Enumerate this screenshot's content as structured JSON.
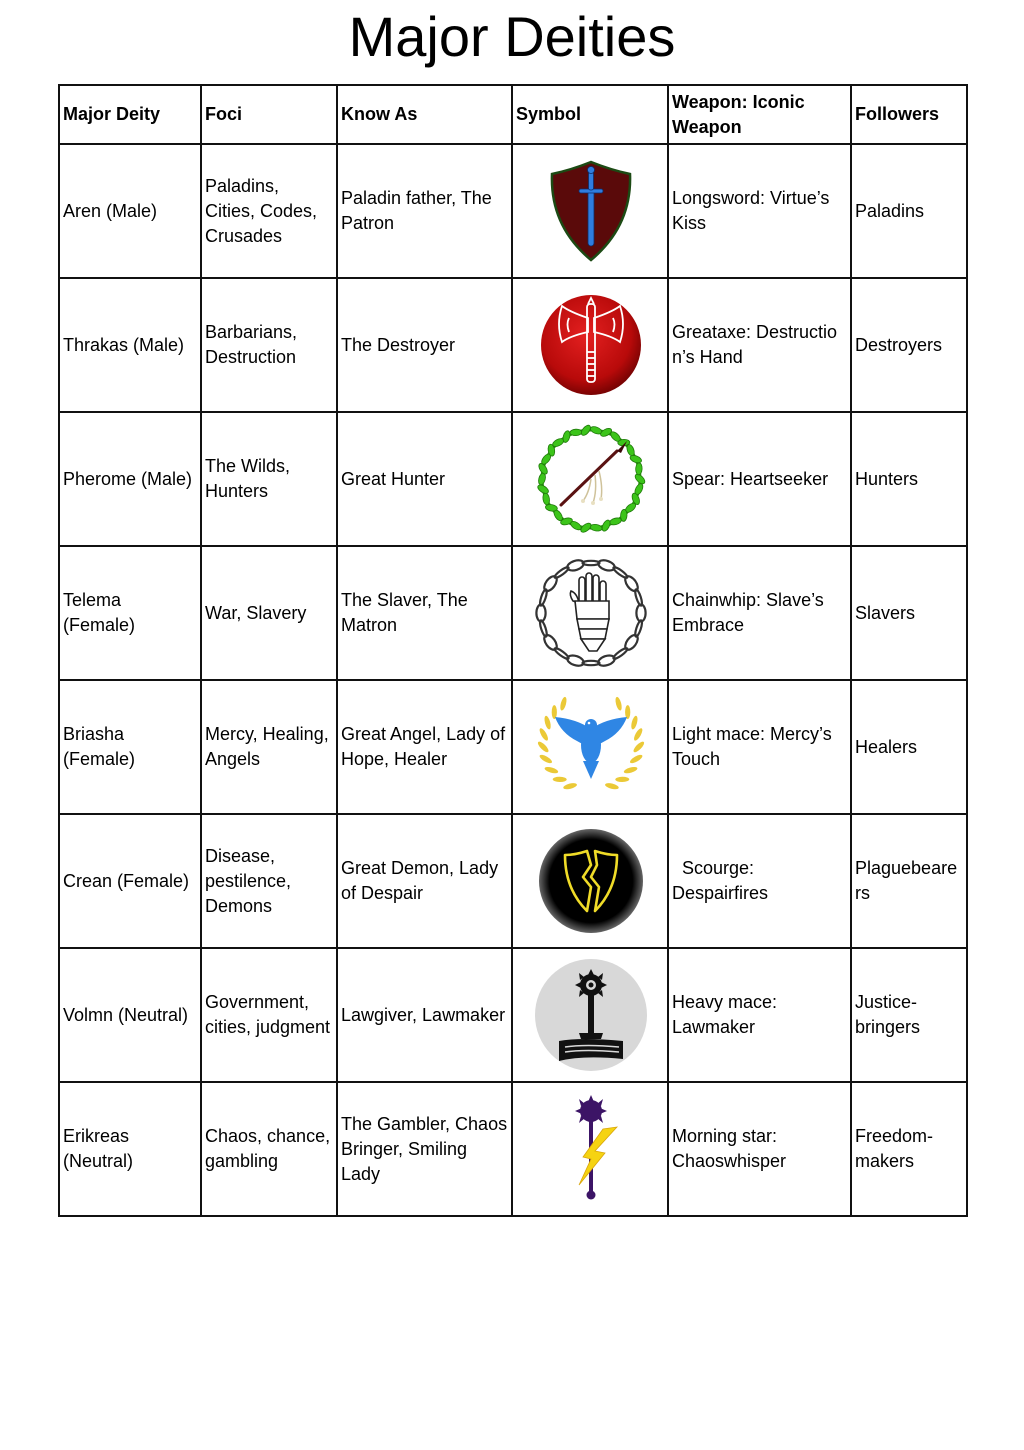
{
  "title": "Major Deities",
  "headers": [
    "Major Deity",
    "Foci",
    "Know As",
    "Symbol",
    "Weapon: Iconic Weapon",
    "Followers"
  ],
  "rows": [
    {
      "deity": "Aren (Male)",
      "foci": "Paladins, Cities, Codes, Crusades",
      "known_as": "Paladin father, The Patron",
      "symbol": "shield-sword-icon",
      "weapon": "Longsword: Virtue’s Kiss",
      "followers": "Paladins"
    },
    {
      "deity": "Thrakas (Male)",
      "foci": "Barbarians, Destruction",
      "known_as": "The Destroyer",
      "symbol": "red-axe-icon",
      "weapon": "Greataxe: Destructio n’s Hand",
      "followers": "Destroyers"
    },
    {
      "deity": "Pherome (Male)",
      "foci": "The Wilds, Hunters",
      "known_as": "Great Hunter",
      "symbol": "leaf-wreath-spear-icon",
      "weapon": "Spear: Heartseeker",
      "followers": "Hunters"
    },
    {
      "deity": "Telema (Female)",
      "foci": "War, Slavery",
      "known_as": "The Slaver, The Matron",
      "symbol": "chain-gauntlet-icon",
      "weapon": "Chainwhip: Slave’s Embrace",
      "followers": "Slavers"
    },
    {
      "deity": "Briasha (Female)",
      "foci": "Mercy, Healing, Angels",
      "known_as": "Great Angel, Lady of Hope, Healer",
      "symbol": "dove-laurel-icon",
      "weapon": "Light mace: Mercy’s Touch",
      "followers": "Healers"
    },
    {
      "deity": "Crean (Female)",
      "foci": "Disease, pestilence, Demons",
      "known_as": "Great Demon, Lady of Despair",
      "symbol": "broken-shield-icon",
      "weapon": "  Scourge: Despairfires",
      "followers": "Plaguebeare rs"
    },
    {
      "deity": "Volmn (Neutral)",
      "foci": "Government, cities, judgment",
      "known_as": "Lawgiver, Lawmaker",
      "symbol": "mace-book-icon",
      "weapon": "Heavy mace: Lawmaker",
      "followers": "Justice-bringers"
    },
    {
      "deity": "Erikreas (Neutral)",
      "foci": "Chaos, chance, gambling",
      "known_as": "The Gambler, Chaos Bringer, Smiling Lady",
      "symbol": "morningstar-lightning-icon",
      "weapon": "Morning star: Chaoswhisper",
      "followers": "Freedom-makers"
    }
  ],
  "colors": {
    "border": "#111111",
    "shield_fill": "#5a0a0a",
    "sword_blue": "#2f7de0",
    "axe_red": "#c40d0d",
    "leaf_green": "#3cc41a",
    "dove_blue": "#2f86e4",
    "laurel_gold": "#ebc937",
    "shield_yellow": "#f0dc28",
    "mace_grey": "#d8d8d8",
    "star_purple": "#3c1466",
    "lightning_yellow": "#f5d312"
  }
}
